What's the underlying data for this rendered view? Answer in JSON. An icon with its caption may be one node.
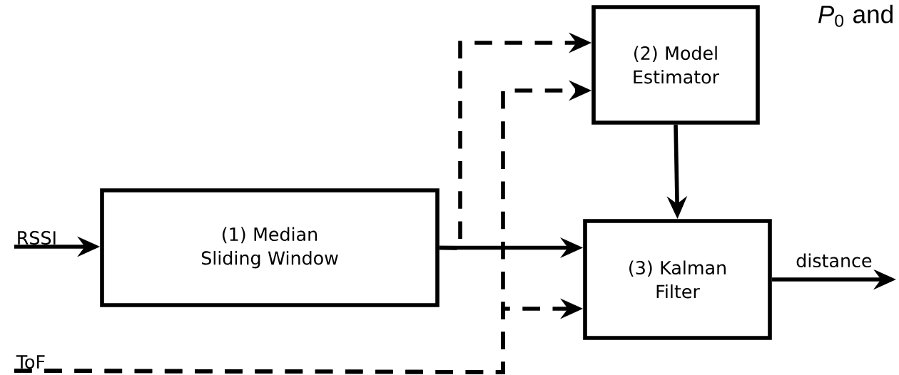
{
  "diagram": {
    "nodes": [
      {
        "text": [
          "RSSI"
        ]
      },
      {
        "text": [
          "(1) Median Sliding Window"
        ]
      },
      {
        "text": [
          "(2) Model Estimator"
        ]
      },
      {
        "text": [
          "(3) Kalman Filter"
        ]
      },
      {
        "text": [
          "ToF"
        ]
      }
    ],
    "edges": [
      {
        "from": 0,
        "to": 1,
        "arrow": "to"
      },
      {
        "from": 1,
        "to": 3,
        "arrow": "to"
      },
      {
        "from": 1,
        "to": 2,
        "arrow": "to",
        "style": "dashed"
      },
      {
        "from": 4,
        "to": 2,
        "arrow": "to",
        "style": "dashed"
      },
      {
        "from": 4,
        "to": 3,
        "arrow": "to",
        "style": "dashed"
      },
      {
        "from": 2,
        "to": 3,
        "arrow": "to"
      },
      {
        "from": 3,
        "to": null,
        "arrow": "to",
        "label": "distance"
      }
    ],
    "labels": [
      "*P*$_{0}$ and"
    ]
  }
}
